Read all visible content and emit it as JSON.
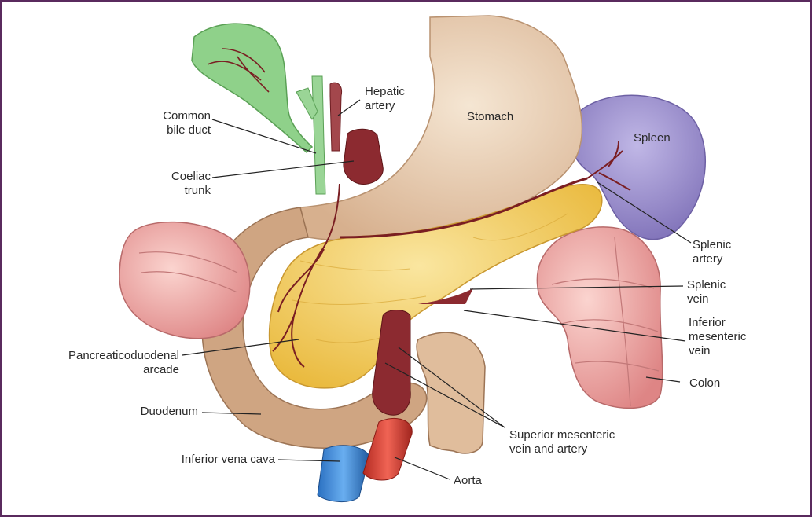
{
  "labels": {
    "hepatic_artery": [
      "Hepatic",
      "artery"
    ],
    "common_bile_duct": [
      "Common",
      "bile duct"
    ],
    "stomach": "Stomach",
    "spleen": "Spleen",
    "coeliac_trunk": [
      "Coeliac",
      "trunk"
    ],
    "splenic_artery": [
      "Splenic",
      "artery"
    ],
    "splenic_vein": [
      "Splenic",
      "vein"
    ],
    "inferior_mesenteric_vein": [
      "Inferior",
      "mesenteric",
      "vein"
    ],
    "pancreaticoduodenal_arcade": [
      "Pancreaticoduodenal",
      "arcade"
    ],
    "colon": "Colon",
    "duodenum": "Duodenum",
    "superior_mesenteric": [
      "Superior mesenteric",
      "vein and artery"
    ],
    "inferior_vena_cava": "Inferior vena cava",
    "aorta": "Aorta"
  },
  "colors": {
    "frame": "#5a2a5e",
    "gallbladder": "#8fd18a",
    "stomach": "#e9cfb2",
    "spleen": "#9c8fcf",
    "pancreas": "#f3cf5a",
    "duodenum": "#cfa582",
    "colon": "#eda0a0",
    "artery": "#7a1e22",
    "ivc": "#2f7fd0",
    "aorta": "#d83a2e"
  }
}
